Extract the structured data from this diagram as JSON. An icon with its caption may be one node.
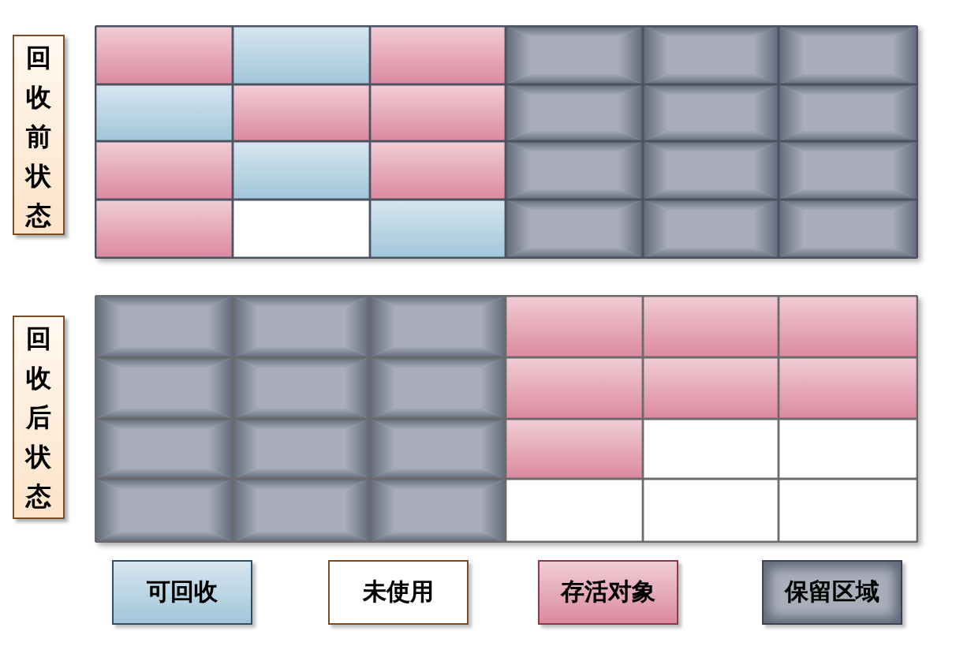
{
  "diagram": {
    "nodes": [
      {
        "text": [
          "回收前状态"
        ]
      },
      {
        "text": [
          "回收后状态"
        ]
      }
    ],
    "legend": [
      {
        "text": "可回收",
        "color": "#bcd6e4"
      },
      {
        "text": "未使用",
        "color": "#ffffff"
      },
      {
        "text": "存活对象",
        "color": "#e6abbb"
      },
      {
        "text": "保留区域",
        "color": "#a9aeba"
      }
    ]
  }
}
